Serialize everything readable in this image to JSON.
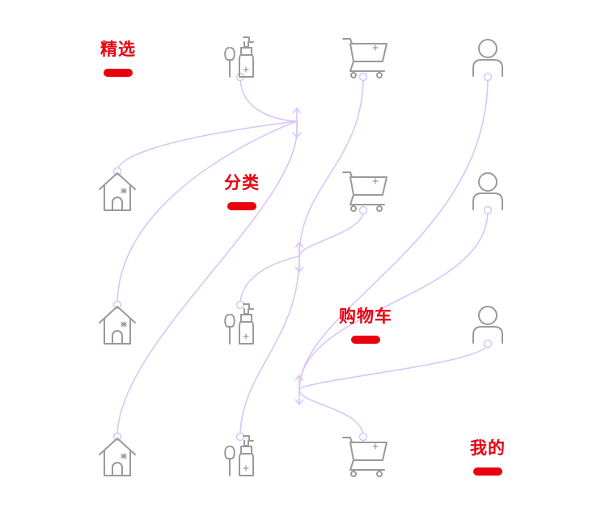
{
  "tabs": [
    {
      "label": "精选"
    },
    {
      "label": "分类"
    },
    {
      "label": "购物车"
    },
    {
      "label": "我的"
    }
  ],
  "icons": {
    "home": "home-icon",
    "category": "cosmetics-icon",
    "cart": "cart-icon",
    "profile": "user-icon"
  },
  "colors": {
    "active": "#e8000f",
    "icon": "#9a9a9a",
    "connector": "#d8c6f8"
  }
}
